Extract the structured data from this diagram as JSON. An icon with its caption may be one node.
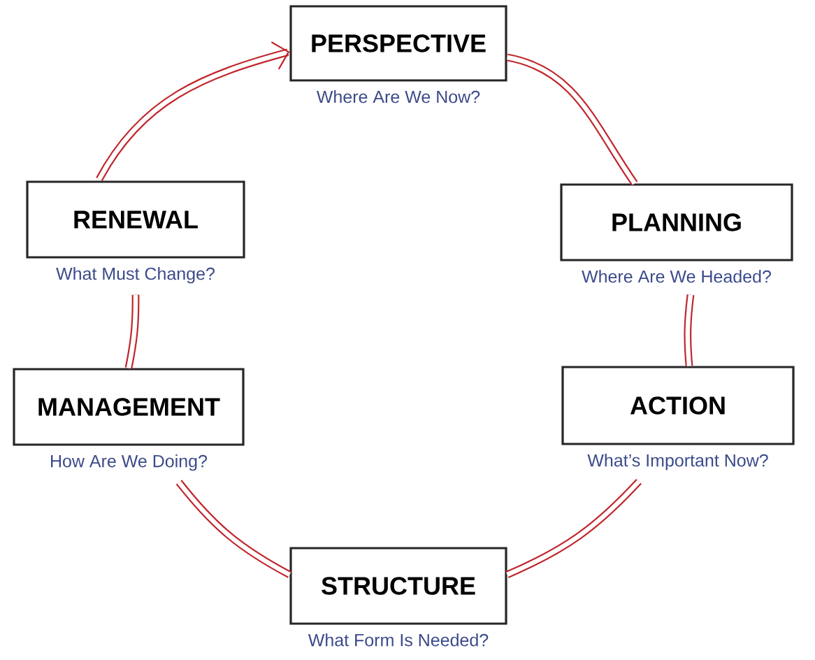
{
  "diagram": {
    "nodes": [
      {
        "text": [
          "PERSPECTIVE"
        ],
        "beside": [
          "Where Are We Now?"
        ]
      },
      {
        "text": [
          "RENEWAL"
        ],
        "beside": [
          "What Must Change?"
        ]
      },
      {
        "text": [
          "PLANNING"
        ],
        "beside": [
          "Where Are We Headed?"
        ]
      },
      {
        "text": [
          "MANAGEMENT"
        ],
        "beside": [
          "How Are We Doing?"
        ]
      },
      {
        "text": [
          "ACTION"
        ],
        "beside": [
          "What’s Important Now?"
        ]
      },
      {
        "text": [
          "STRUCTURE"
        ],
        "beside": [
          "What Form Is Needed?"
        ]
      }
    ],
    "edges": [
      {
        "from": 0,
        "to": 2,
        "arrow": "none"
      },
      {
        "from": 2,
        "to": 4,
        "arrow": "none"
      },
      {
        "from": 4,
        "to": 5,
        "arrow": "none"
      },
      {
        "from": 5,
        "to": 3,
        "arrow": "none"
      },
      {
        "from": 3,
        "to": 1,
        "arrow": "none"
      },
      {
        "from": 1,
        "to": 0,
        "arrow": "to"
      }
    ]
  }
}
